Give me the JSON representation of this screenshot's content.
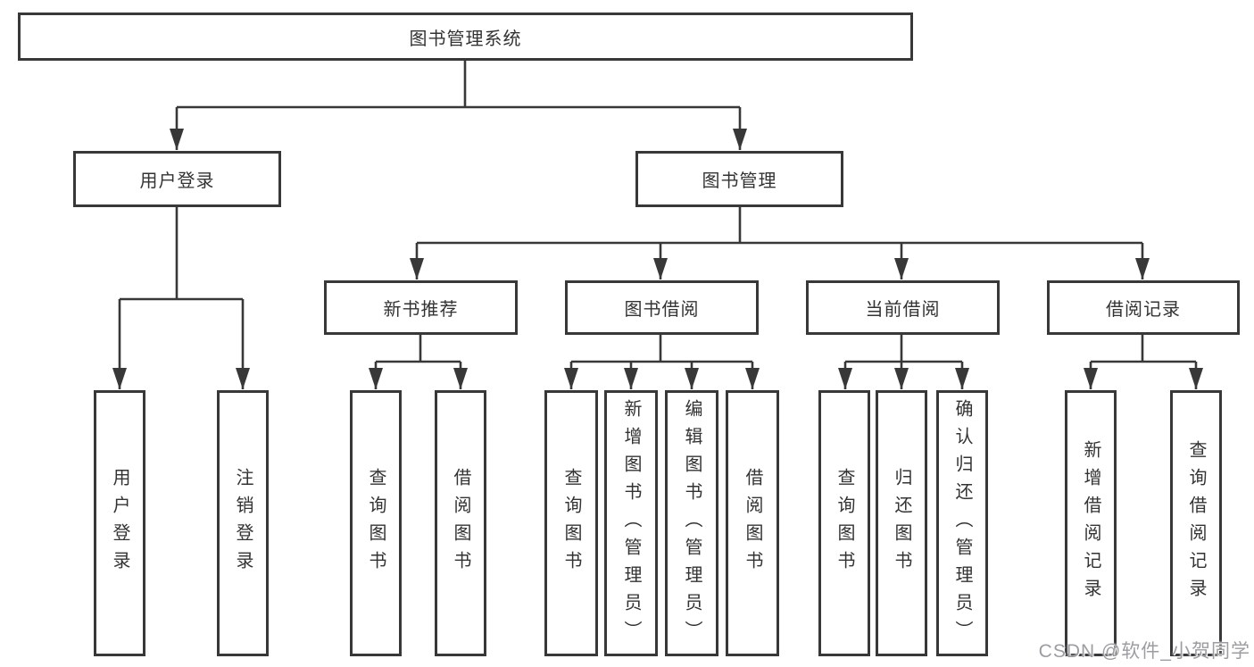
{
  "tree": {
    "root": {
      "label": "图书管理系统"
    },
    "branches": [
      {
        "label": "用户登录",
        "children": [
          {
            "label": "用户登录"
          },
          {
            "label": "注销登录"
          }
        ]
      },
      {
        "label": "图书管理",
        "children": [
          {
            "label": "新书推荐",
            "children": [
              {
                "label": "查询图书"
              },
              {
                "label": "借阅图书"
              }
            ]
          },
          {
            "label": "图书借阅",
            "children": [
              {
                "label": "查询图书"
              },
              {
                "label": "新增图书（管理员）"
              },
              {
                "label": "编辑图书（管理员）"
              },
              {
                "label": "借阅图书"
              }
            ]
          },
          {
            "label": "当前借阅",
            "children": [
              {
                "label": "查询图书"
              },
              {
                "label": "归还图书"
              },
              {
                "label": "确认归还（管理员）"
              }
            ]
          },
          {
            "label": "借阅记录",
            "children": [
              {
                "label": "新增借阅记录"
              },
              {
                "label": "查询借阅记录"
              }
            ]
          }
        ]
      }
    ]
  },
  "watermark": {
    "text": "CSDN @软件_小贺同学"
  },
  "colors": {
    "line": "#383838",
    "border": "#383838",
    "text": "#333333",
    "watermark": "#9d9da1",
    "background": "#ffffff"
  }
}
